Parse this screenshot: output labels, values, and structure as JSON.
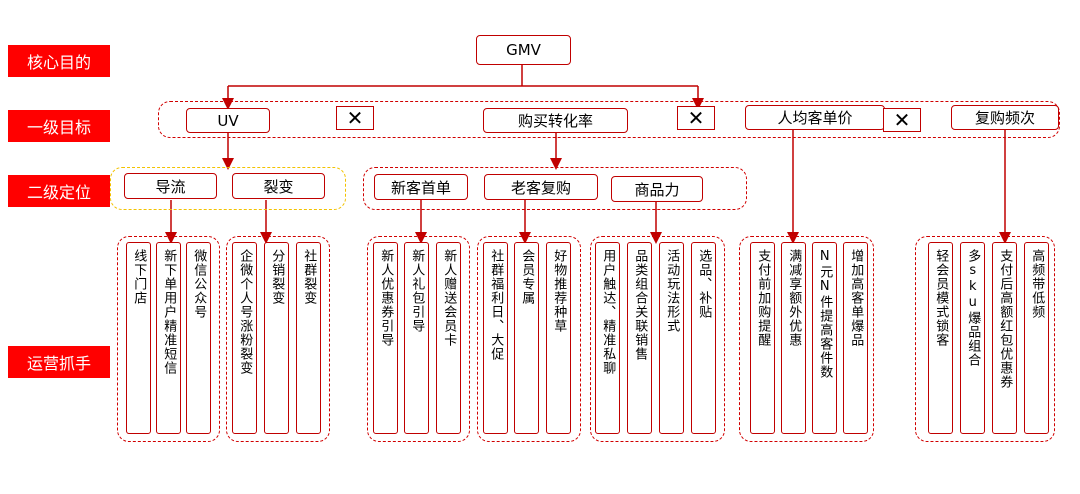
{
  "levels": {
    "core": "核心目的",
    "first": "一级目标",
    "second": "二级定位",
    "ops": "运营抓手"
  },
  "root": "GMV",
  "first_level": {
    "uv": "UV",
    "conversion": "购买转化率",
    "aov": "人均客单价",
    "frequency": "复购频次",
    "multiply": "✕"
  },
  "second_level": {
    "traffic": "导流",
    "fission": "裂变",
    "new_order": "新客首单",
    "repurchase": "老客复购",
    "product": "商品力"
  },
  "leaves": {
    "traffic": [
      "线下门店",
      "新下单用户精准短信",
      "微信公众号"
    ],
    "fission": [
      "企微个人号涨粉裂变",
      "分销裂变",
      "社群裂变"
    ],
    "new_order": [
      "新人优惠券引导",
      "新人礼包引导",
      "新人赠送会员卡"
    ],
    "repurchase": [
      "社群福利日、大促",
      "会员专属",
      "好物推荐种草"
    ],
    "product": [
      "用户触达、精准私聊",
      "品类组合关联销售",
      "活动玩法形式",
      "选品、补贴"
    ],
    "aov": [
      "支付前加购提醒",
      "满减享额外优惠",
      "N元N件提高客件数",
      "增加高客单爆品"
    ],
    "frequency": [
      "轻会员模式锁客",
      "多sku爆品组合",
      "支付后高额红包优惠券",
      "高频带低频"
    ]
  }
}
